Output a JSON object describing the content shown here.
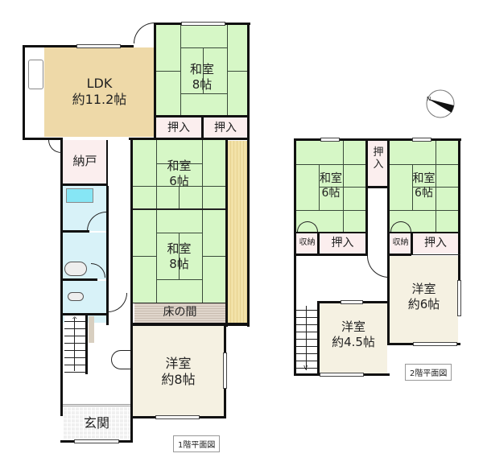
{
  "floor1": {
    "caption": "1階平面図",
    "rooms": {
      "ldk": {
        "name": "LDK",
        "size": "約11.2帖"
      },
      "washitsu_8a": {
        "name": "和室",
        "size": "8帖"
      },
      "oshiire_a": {
        "name": "押入"
      },
      "oshiire_b": {
        "name": "押入"
      },
      "nando": {
        "name": "納戸"
      },
      "washitsu_6": {
        "name": "和室",
        "size": "6帖"
      },
      "washitsu_8b": {
        "name": "和室",
        "size": "8帖"
      },
      "tokonoma": {
        "name": "床の間"
      },
      "youshitsu_8": {
        "name": "洋室",
        "size": "約8帖"
      },
      "genkan": {
        "name": "玄関"
      }
    }
  },
  "floor2": {
    "caption": "2階平面図",
    "rooms": {
      "washitsu_6a": {
        "name": "和室",
        "size": "6帖"
      },
      "washitsu_6b": {
        "name": "和室",
        "size": "6帖"
      },
      "oshiire_center": {
        "name": "押\n入"
      },
      "shuunou_a": {
        "name": "収納"
      },
      "oshiire_a": {
        "name": "押入"
      },
      "shuunou_b": {
        "name": "収納"
      },
      "oshiire_b": {
        "name": "押入"
      },
      "youshitsu_6": {
        "name": "洋室",
        "size": "約6帖"
      },
      "youshitsu_45": {
        "name": "洋室",
        "size": "約4.5帖"
      }
    }
  },
  "compass": {
    "icon": "north-arrow-icon"
  },
  "colors": {
    "tatami": "#d6f7c6",
    "ldk": "#eed9a8",
    "closet": "#fbeeee",
    "wet_area": "#d8f2f8",
    "western": "#f5f1e2",
    "wall": "#111111"
  }
}
